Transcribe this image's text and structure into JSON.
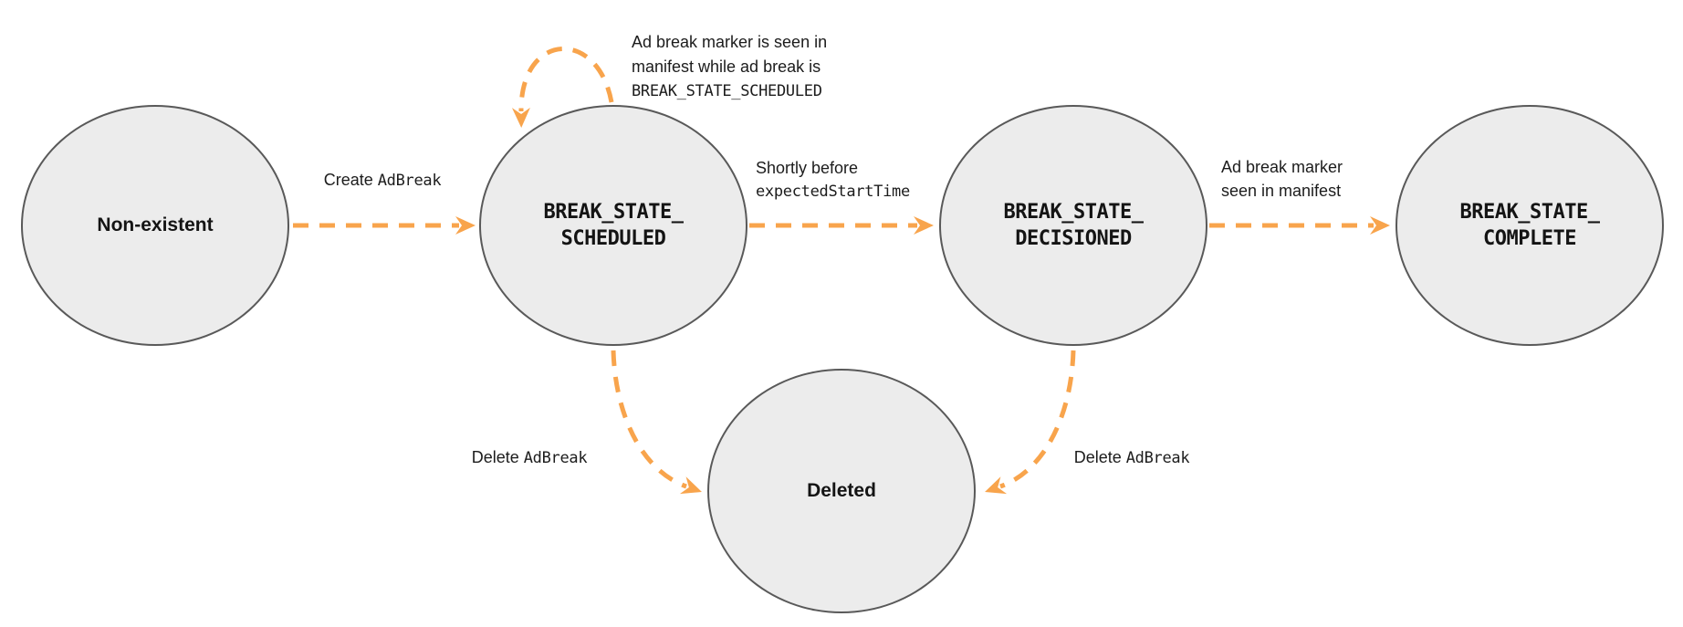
{
  "colors": {
    "accent": "#F8A44C",
    "node_fill": "#ECECEC",
    "node_stroke": "#595959"
  },
  "nodes": {
    "non_existent": {
      "label": "Non-existent"
    },
    "scheduled": {
      "line1": "BREAK_STATE_",
      "line2": "SCHEDULED"
    },
    "decisioned": {
      "line1": "BREAK_STATE_",
      "line2": "DECISIONED"
    },
    "complete": {
      "line1": "BREAK_STATE_",
      "line2": "COMPLETE"
    },
    "deleted": {
      "label": "Deleted"
    }
  },
  "edges": {
    "create": {
      "text": "Create ",
      "code": "AdBreak"
    },
    "self_loop": {
      "line1": "Ad break marker is seen in",
      "line2": "manifest while ad break is",
      "code": "BREAK_STATE_SCHEDULED"
    },
    "shortly_before": {
      "text": "Shortly before",
      "code": "expectedStartTime"
    },
    "marker_seen": {
      "line1": "Ad break marker",
      "line2": "seen in manifest"
    },
    "delete_from_scheduled": {
      "text": "Delete ",
      "code": "AdBreak"
    },
    "delete_from_decisioned": {
      "text": "Delete ",
      "code": "AdBreak"
    }
  }
}
